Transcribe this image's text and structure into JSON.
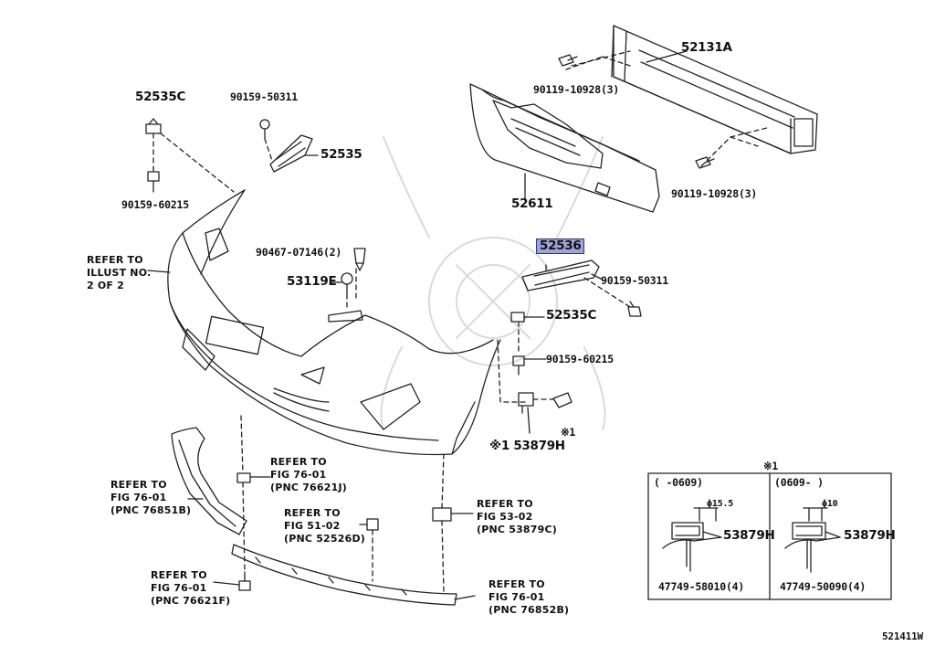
{
  "diagram_id": "521411W",
  "parts": {
    "p52131A": "52131A",
    "p90119_top": "90119-10928(3)",
    "p90119_bot": "90119-10928(3)",
    "p52611": "52611",
    "p52535C_top": "52535C",
    "p90159_50311_top": "90159-50311",
    "p52535": "52535",
    "p90159_60215_top": "90159-60215",
    "p90467": "90467-07146(2)",
    "p53119E": "53119E",
    "p52536": "52536",
    "p90159_50311_r": "90159-50311",
    "p52535C_r": "52535C",
    "p90159_60215_r": "90159-60215",
    "p53879H": "※1 53879H",
    "mark1": "※1"
  },
  "refs": {
    "illust": [
      "REFER TO",
      "ILLUST NO.",
      "2 OF 2"
    ],
    "fig76_621J": [
      "REFER TO",
      "FIG 76-01",
      "(PNC 76621J)"
    ],
    "fig76_851B": [
      "REFER TO",
      "FIG 76-01",
      "(PNC 76851B)"
    ],
    "fig51_526D": [
      "REFER TO",
      "FIG 51-02",
      "(PNC 52526D)"
    ],
    "fig53_879C": [
      "REFER TO",
      "FIG 53-02",
      "(PNC 53879C)"
    ],
    "fig76_621F": [
      "REFER TO",
      "FIG 76-01",
      "(PNC 76621F)"
    ],
    "fig76_852B": [
      "REFER TO",
      "FIG 76-01",
      "(PNC 76852B)"
    ]
  },
  "detail_box": {
    "title": "※1",
    "left": {
      "header": "(      -0609)",
      "dim": "ϕ15.5",
      "part": "53879H",
      "sub": "47749-58010(4)"
    },
    "right": {
      "header": "(0609-      )",
      "dim": "ϕ10",
      "part": "53879H",
      "sub": "47749-50090(4)"
    }
  },
  "colors": {
    "line": "#222222",
    "highlight_fill": "#9fa4d8",
    "highlight_border": "#2d338a",
    "watermark": "#d9d9d9"
  }
}
